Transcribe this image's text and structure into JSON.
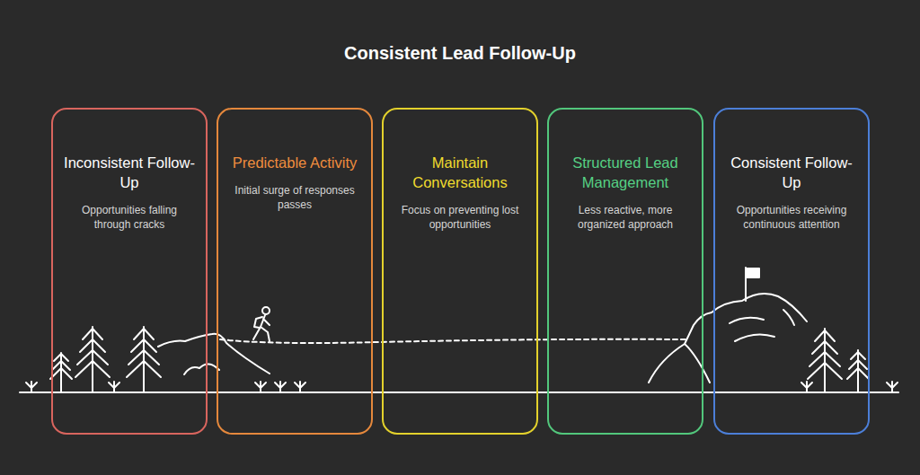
{
  "diagram": {
    "title": "Consistent Lead Follow-Up",
    "nodes": [
      {
        "text": [
          "Inconsistent Follow-Up",
          "Opportunities falling through cracks"
        ]
      },
      {
        "text": [
          "Predictable Activity",
          "Initial surge of responses passes"
        ]
      },
      {
        "text": [
          "Maintain Conversations",
          "Focus on preventing lost opportunities"
        ]
      },
      {
        "text": [
          "Structured Lead Management",
          "Less reactive, more organized approach"
        ]
      },
      {
        "text": [
          "Consistent Follow-Up",
          "Opportunities receiving continuous attention"
        ]
      }
    ]
  }
}
